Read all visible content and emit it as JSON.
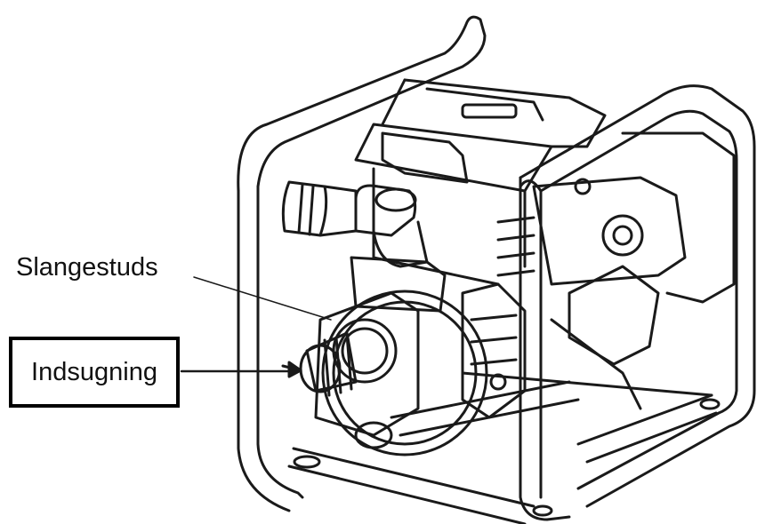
{
  "labels": {
    "hose_stud": "Slangestuds",
    "intake": "Indsugning"
  },
  "colors": {
    "line": "#1a1a1a",
    "background": "#ffffff"
  },
  "icons": [
    "water-pump-illustration"
  ]
}
